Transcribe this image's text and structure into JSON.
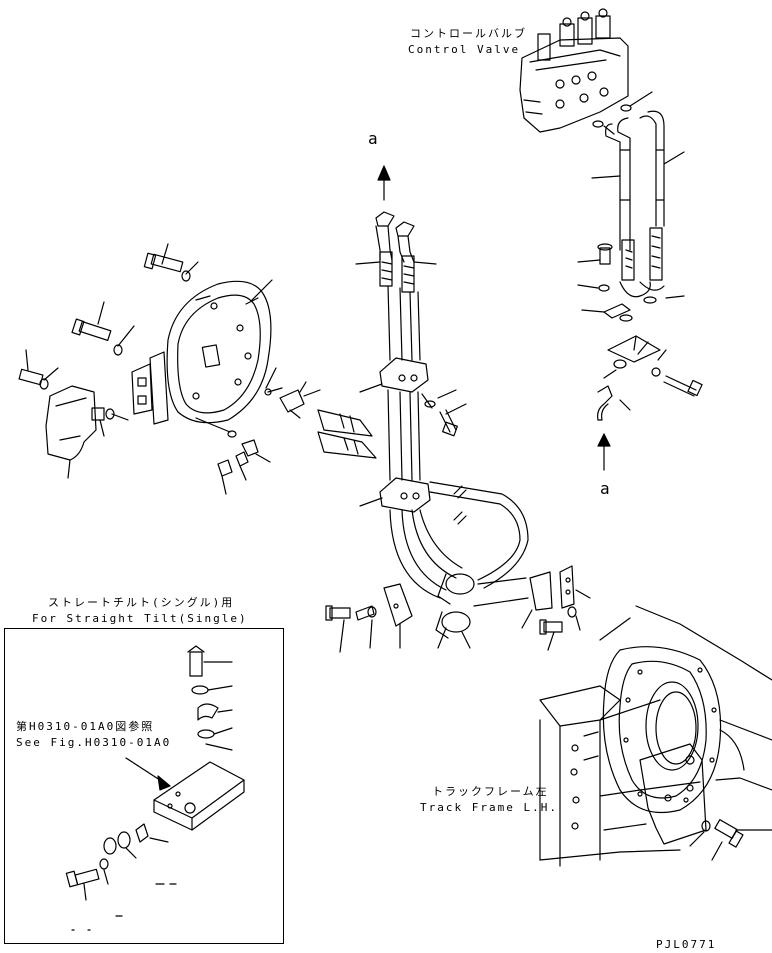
{
  "labels": {
    "control_valve_jp": "コントロールバルブ",
    "control_valve_en": "Control Valve",
    "marker_a_top": "a",
    "marker_a_right": "a",
    "straight_tilt_jp": "ストレートチルト(シングル)用",
    "straight_tilt_en": "For Straight Tilt(Single)",
    "see_fig_jp": "第H0310-01A0図参照",
    "see_fig_en": "See Fig.H0310-01A0",
    "track_frame_jp": "トラックフレーム左",
    "track_frame_en": "Track Frame L.H.",
    "drawing_code": "PJL0771"
  }
}
